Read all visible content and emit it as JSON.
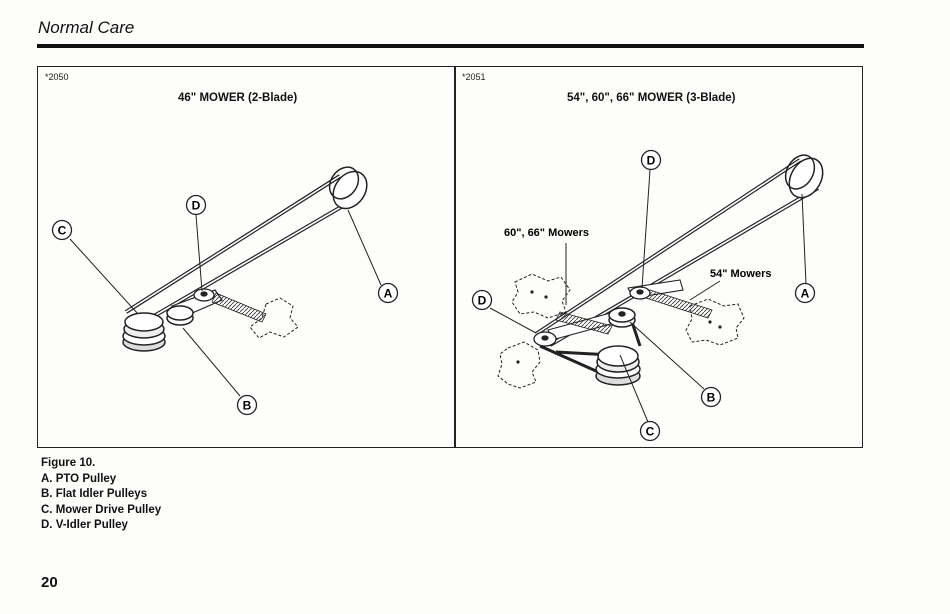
{
  "header": {
    "section_title": "Normal Care"
  },
  "figure": {
    "left_panel": {
      "ref_code": "*2050",
      "title": "46\" MOWER (2-Blade)",
      "callouts": {
        "a": "A",
        "b": "B",
        "c": "C",
        "d": "D"
      }
    },
    "right_panel": {
      "ref_code": "*2051",
      "title": "54\", 60\", 66\" MOWER (3-Blade)",
      "callouts": {
        "a": "A",
        "b": "B",
        "c": "C",
        "d_top": "D",
        "d_left": "D"
      },
      "variant_labels": {
        "large": "60\", 66\" Mowers",
        "small": "54\" Mowers"
      }
    },
    "caption": {
      "title": "Figure 10.",
      "items": [
        "A. PTO Pulley",
        "B. Flat Idler Pulleys",
        "C. Mower Drive Pulley",
        "D. V-Idler Pulley"
      ]
    }
  },
  "footer": {
    "page_number": "20"
  }
}
